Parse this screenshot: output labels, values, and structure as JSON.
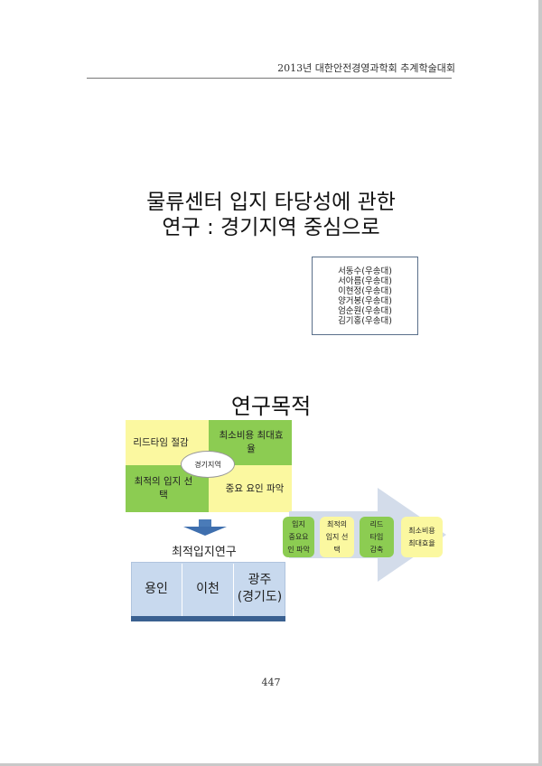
{
  "header": {
    "conference": "2013년  대한안전경영과학회  추계학술대회"
  },
  "title": {
    "line1": "물류센터 입지 타당성에 관한",
    "line2": "연구 : 경기지역 중심으로"
  },
  "authors": [
    "서동수(우송대)",
    "서아름(우송대)",
    "이현정(우송대)",
    "양거봉(우송대)",
    "엄순원(우송대)",
    "김기홍(우송대)"
  ],
  "section": {
    "title": "연구목적"
  },
  "diagram": {
    "quadrants": {
      "top_left": "리드타임 절감",
      "top_right": "최소비용 최대효율",
      "bottom_left": "최적의 입지 선택",
      "bottom_right": "중요 요인 파악"
    },
    "center": "경기지역",
    "subheading": "최적입지연구",
    "regions": [
      "용인",
      "이천",
      "광주\n(경기도)"
    ],
    "steps": [
      "입지\n중요요\n인 파악",
      "최적의\n입지 선\n택",
      "리드\n타임\n감축",
      "최소비용\n최대효율"
    ]
  },
  "footer": {
    "page_number": "447"
  },
  "colors": {
    "yellow": "#fbf8a0",
    "green": "#8ccc52",
    "region_blue": "#c8d9ee",
    "bar_navy": "#3a6090",
    "arrow_gray": "#d3dcea"
  }
}
